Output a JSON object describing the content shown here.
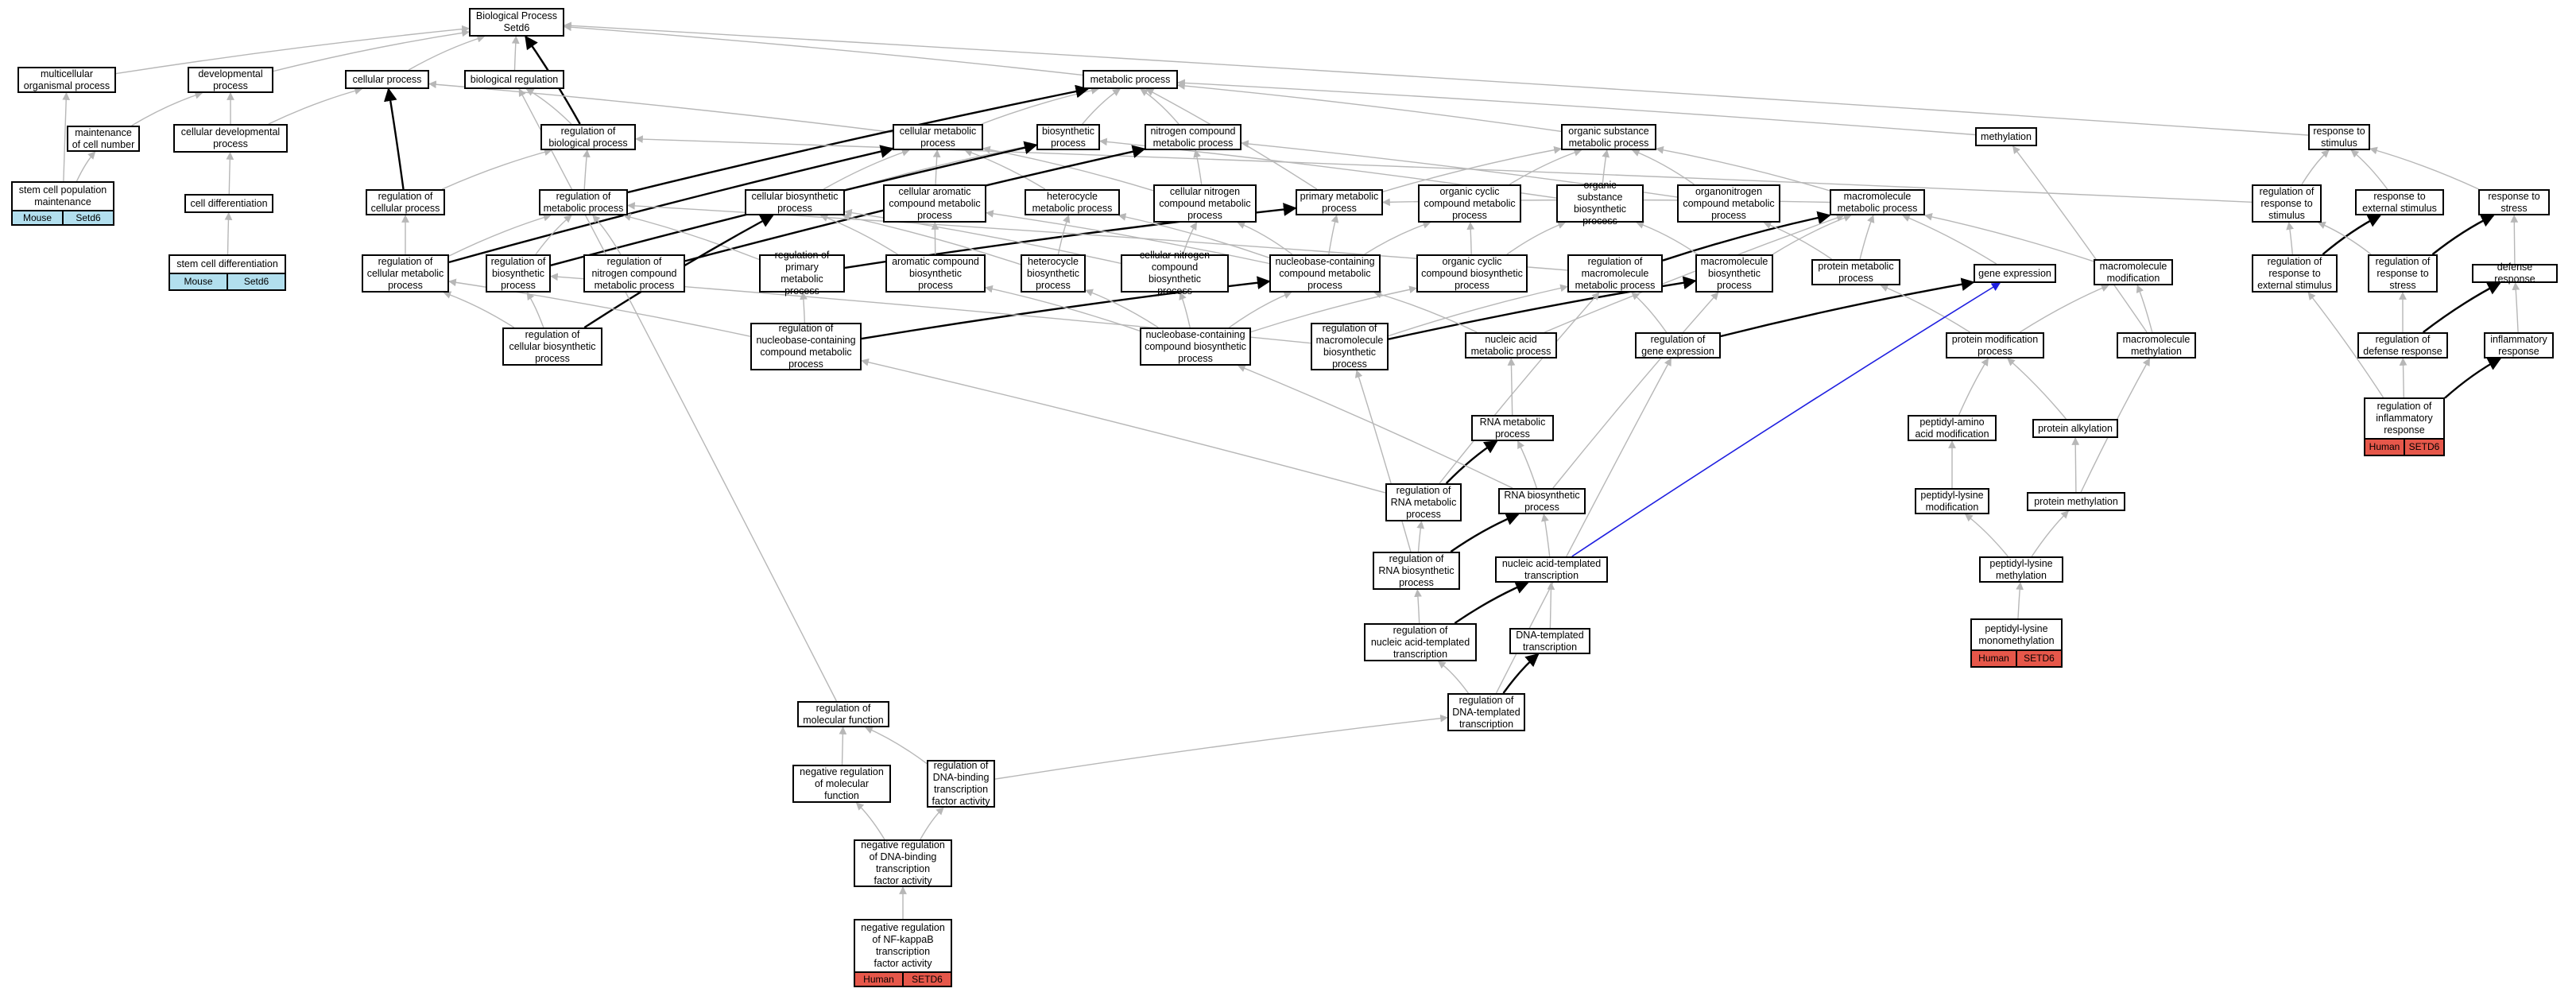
{
  "colors": {
    "edge_default": "#b7b7b7",
    "edge_bold": "#000000",
    "edge_blue": "#1f1fe0",
    "tag_mouse": "#b2dfee",
    "tag_human": "#e6574a"
  },
  "nodes": [
    {
      "id": "bp",
      "label": "Biological Process\nSetd6"
    },
    {
      "id": "multi",
      "label": "multicellular\norganismal process"
    },
    {
      "id": "dev",
      "label": "developmental\nprocess"
    },
    {
      "id": "cellp",
      "label": "cellular process"
    },
    {
      "id": "breg",
      "label": "biological regulation"
    },
    {
      "id": "metab",
      "label": "metabolic process"
    },
    {
      "id": "maint",
      "label": "maintenance\nof cell number"
    },
    {
      "id": "celldev",
      "label": "cellular developmental\nprocess"
    },
    {
      "id": "regbio",
      "label": "regulation of\nbiological process"
    },
    {
      "id": "cellmet",
      "label": "cellular metabolic\nprocess"
    },
    {
      "id": "biosyn",
      "label": "biosynthetic\nprocess"
    },
    {
      "id": "nitro",
      "label": "nitrogen compound\nmetabolic process"
    },
    {
      "id": "orgsub",
      "label": "organic substance\nmetabolic process"
    },
    {
      "id": "methyl",
      "label": "methylation"
    },
    {
      "id": "resp",
      "label": "response to\nstimulus"
    },
    {
      "id": "stemcpm",
      "label": "stem cell population\nmaintenance",
      "tags": [
        {
          "species": "Mouse",
          "gene": "Setd6"
        }
      ]
    },
    {
      "id": "celldiff",
      "label": "cell differentiation"
    },
    {
      "id": "regcell",
      "label": "regulation of\ncellular process"
    },
    {
      "id": "regmet",
      "label": "regulation of\nmetabolic process"
    },
    {
      "id": "cellbio",
      "label": "cellular biosynthetic\nprocess"
    },
    {
      "id": "cellarom",
      "label": "cellular aromatic\ncompound metabolic\nprocess"
    },
    {
      "id": "hetmet",
      "label": "heterocycle\nmetabolic process"
    },
    {
      "id": "cellnitro",
      "label": "cellular nitrogen\ncompound metabolic\nprocess"
    },
    {
      "id": "primet",
      "label": "primary metabolic\nprocess"
    },
    {
      "id": "orgcyc",
      "label": "organic cyclic\ncompound metabolic\nprocess"
    },
    {
      "id": "orgsubbio",
      "label": "organic substance\nbiosynthetic\nprocess"
    },
    {
      "id": "organonitro",
      "label": "organonitrogen\ncompound metabolic\nprocess"
    },
    {
      "id": "macromet",
      "label": "macromolecule\nmetabolic process"
    },
    {
      "id": "regresp",
      "label": "regulation of\nresponse to\nstimulus"
    },
    {
      "id": "respext",
      "label": "response to\nexternal stimulus"
    },
    {
      "id": "respstress",
      "label": "response to\nstress"
    },
    {
      "id": "stemdiff",
      "label": "stem cell differentiation",
      "tags": [
        {
          "species": "Mouse",
          "gene": "Setd6"
        }
      ]
    },
    {
      "id": "regcellmet",
      "label": "regulation of\ncellular metabolic\nprocess"
    },
    {
      "id": "regbiosyn",
      "label": "regulation of\nbiosynthetic\nprocess"
    },
    {
      "id": "regnitro",
      "label": "regulation of\nnitrogen compound\nmetabolic process"
    },
    {
      "id": "regprimet",
      "label": "regulation of\nprimary metabolic\nprocess"
    },
    {
      "id": "aromb",
      "label": "aromatic compound\nbiosynthetic\nprocess"
    },
    {
      "id": "hetbio",
      "label": "heterocycle\nbiosynthetic\nprocess"
    },
    {
      "id": "cellnitrob",
      "label": "cellular nitrogen\ncompound biosynthetic\nprocess"
    },
    {
      "id": "nbcmet",
      "label": "nucleobase-containing\ncompound metabolic\nprocess"
    },
    {
      "id": "orgcycb",
      "label": "organic cyclic\ncompound biosynthetic\nprocess"
    },
    {
      "id": "regmacmet",
      "label": "regulation of\nmacromolecule\nmetabolic process"
    },
    {
      "id": "macrobio",
      "label": "macromolecule\nbiosynthetic\nprocess"
    },
    {
      "id": "protmet",
      "label": "protein metabolic\nprocess"
    },
    {
      "id": "geneexp",
      "label": "gene expression"
    },
    {
      "id": "macromod",
      "label": "macromolecule\nmodification"
    },
    {
      "id": "regrespext",
      "label": "regulation of\nresponse to\nexternal stimulus"
    },
    {
      "id": "regrespstress",
      "label": "regulation of\nresponse to\nstress"
    },
    {
      "id": "defresp",
      "label": "defense response"
    },
    {
      "id": "regcellbio",
      "label": "regulation of\ncellular biosynthetic\nprocess"
    },
    {
      "id": "regnbc",
      "label": "regulation of\nnucleobase-containing\ncompound metabolic\nprocess"
    },
    {
      "id": "nbcbio",
      "label": "nucleobase-containing\ncompound biosynthetic\nprocess"
    },
    {
      "id": "regmacbio",
      "label": "regulation of\nmacromolecule\nbiosynthetic\nprocess"
    },
    {
      "id": "nucmet",
      "label": "nucleic acid\nmetabolic process"
    },
    {
      "id": "reggene",
      "label": "regulation of\ngene expression"
    },
    {
      "id": "protmod",
      "label": "protein modification\nprocess"
    },
    {
      "id": "macromethyl",
      "label": "macromolecule\nmethylation"
    },
    {
      "id": "regdef",
      "label": "regulation of\ndefense response"
    },
    {
      "id": "inflam",
      "label": "inflammatory\nresponse"
    },
    {
      "id": "rnamet",
      "label": "RNA metabolic\nprocess"
    },
    {
      "id": "peptaa",
      "label": "peptidyl-amino\nacid modification"
    },
    {
      "id": "protalk",
      "label": "protein alkylation"
    },
    {
      "id": "reginflam",
      "label": "regulation of\ninflammatory\nresponse",
      "tags": [
        {
          "species": "Human",
          "gene": "SETD6"
        }
      ]
    },
    {
      "id": "regrnamet",
      "label": "regulation of\nRNA metabolic\nprocess"
    },
    {
      "id": "rnabio",
      "label": "RNA biosynthetic\nprocess"
    },
    {
      "id": "peptlys",
      "label": "peptidyl-lysine\nmodification"
    },
    {
      "id": "protmethyl",
      "label": "protein methylation"
    },
    {
      "id": "regrnabio",
      "label": "regulation of\nRNA biosynthetic\nprocess"
    },
    {
      "id": "nattrans",
      "label": "nucleic acid-templated\ntranscription"
    },
    {
      "id": "peptlysmeth",
      "label": "peptidyl-lysine\nmethylation"
    },
    {
      "id": "regnattrans",
      "label": "regulation of\nnucleic acid-templated\ntranscription"
    },
    {
      "id": "dnatrans",
      "label": "DNA-templated\ntranscription"
    },
    {
      "id": "peptlysmono",
      "label": "peptidyl-lysine\nmonomethylation",
      "tags": [
        {
          "species": "Human",
          "gene": "SETD6"
        }
      ]
    },
    {
      "id": "regmolfun",
      "label": "regulation of\nmolecular function"
    },
    {
      "id": "regdnatrans",
      "label": "regulation of\nDNA-templated\ntranscription"
    },
    {
      "id": "negregmol",
      "label": "negative regulation\nof molecular\nfunction"
    },
    {
      "id": "regdnabind",
      "label": "regulation of\nDNA-binding\ntranscription\nfactor activity"
    },
    {
      "id": "negregdna",
      "label": "negative regulation\nof DNA-binding\ntranscription\nfactor activity"
    },
    {
      "id": "negnfkb",
      "label": "negative regulation\nof NF-kappaB\ntranscription\nfactor activity",
      "tags": [
        {
          "species": "Human",
          "gene": "SETD6"
        }
      ]
    }
  ],
  "edges": [
    [
      "multi",
      "bp"
    ],
    [
      "dev",
      "bp"
    ],
    [
      "cellp",
      "bp"
    ],
    [
      "breg",
      "bp"
    ],
    [
      "metab",
      "bp"
    ],
    [
      "resp",
      "bp"
    ],
    [
      "regbio",
      "bp",
      "bold"
    ],
    [
      "stemcpm",
      "multi"
    ],
    [
      "stemcpm",
      "maint"
    ],
    [
      "maint",
      "dev"
    ],
    [
      "celldev",
      "dev"
    ],
    [
      "celldev",
      "cellp"
    ],
    [
      "celldiff",
      "celldev"
    ],
    [
      "stemdiff",
      "celldiff"
    ],
    [
      "regbio",
      "breg"
    ],
    [
      "regcell",
      "cellp",
      "bold"
    ],
    [
      "regcell",
      "regbio"
    ],
    [
      "cellmet",
      "cellp"
    ],
    [
      "cellmet",
      "metab"
    ],
    [
      "biosyn",
      "metab"
    ],
    [
      "nitro",
      "metab"
    ],
    [
      "orgsub",
      "metab"
    ],
    [
      "methyl",
      "metab"
    ],
    [
      "regmet",
      "metab",
      "bold"
    ],
    [
      "regmet",
      "regbio"
    ],
    [
      "cellbio",
      "cellmet"
    ],
    [
      "cellbio",
      "biosyn"
    ],
    [
      "cellarom",
      "cellmet"
    ],
    [
      "hetmet",
      "cellmet"
    ],
    [
      "cellnitro",
      "cellmet"
    ],
    [
      "cellnitro",
      "nitro"
    ],
    [
      "primet",
      "metab"
    ],
    [
      "primet",
      "orgsub"
    ],
    [
      "orgcyc",
      "orgsub"
    ],
    [
      "orgsubbio",
      "orgsub"
    ],
    [
      "orgsubbio",
      "biosyn"
    ],
    [
      "organonitro",
      "nitro"
    ],
    [
      "organonitro",
      "orgsub"
    ],
    [
      "macromet",
      "primet"
    ],
    [
      "macromet",
      "orgsub"
    ],
    [
      "regresp",
      "resp"
    ],
    [
      "regresp",
      "regbio"
    ],
    [
      "respext",
      "resp"
    ],
    [
      "respstress",
      "resp"
    ],
    [
      "regcellmet",
      "regcell"
    ],
    [
      "regcellmet",
      "regmet"
    ],
    [
      "regcellmet",
      "cellmet",
      "bold"
    ],
    [
      "regbiosyn",
      "regmet"
    ],
    [
      "regbiosyn",
      "biosyn",
      "bold"
    ],
    [
      "regnitro",
      "regmet"
    ],
    [
      "regnitro",
      "nitro",
      "bold"
    ],
    [
      "regprimet",
      "regmet"
    ],
    [
      "regprimet",
      "primet",
      "bold"
    ],
    [
      "aromb",
      "cellarom"
    ],
    [
      "aromb",
      "cellbio"
    ],
    [
      "hetbio",
      "hetmet"
    ],
    [
      "hetbio",
      "cellbio"
    ],
    [
      "cellnitrob",
      "cellnitro"
    ],
    [
      "cellnitrob",
      "cellbio"
    ],
    [
      "nbcmet",
      "cellarom"
    ],
    [
      "nbcmet",
      "hetmet"
    ],
    [
      "nbcmet",
      "cellnitro"
    ],
    [
      "nbcmet",
      "primet"
    ],
    [
      "nbcmet",
      "orgcyc"
    ],
    [
      "orgcycb",
      "orgcyc"
    ],
    [
      "orgcycb",
      "orgsubbio"
    ],
    [
      "regmacmet",
      "regmet"
    ],
    [
      "regmacmet",
      "macromet",
      "bold"
    ],
    [
      "macrobio",
      "macromet"
    ],
    [
      "macrobio",
      "orgsubbio"
    ],
    [
      "protmet",
      "macromet"
    ],
    [
      "protmet",
      "organonitro"
    ],
    [
      "geneexp",
      "macromet"
    ],
    [
      "macromod",
      "macromet"
    ],
    [
      "macromethyl",
      "macromod"
    ],
    [
      "macromethyl",
      "methyl"
    ],
    [
      "regrespext",
      "regresp"
    ],
    [
      "regrespext",
      "respext",
      "bold"
    ],
    [
      "regrespstress",
      "regresp"
    ],
    [
      "regrespstress",
      "respstress",
      "bold"
    ],
    [
      "defresp",
      "respstress"
    ],
    [
      "regcellbio",
      "regcellmet"
    ],
    [
      "regcellbio",
      "regbiosyn"
    ],
    [
      "regcellbio",
      "cellbio",
      "bold"
    ],
    [
      "regnbc",
      "regprimet"
    ],
    [
      "regnbc",
      "regcellmet"
    ],
    [
      "regnbc",
      "nbcmet",
      "bold"
    ],
    [
      "nbcbio",
      "nbcmet"
    ],
    [
      "nbcbio",
      "cellnitrob"
    ],
    [
      "nbcbio",
      "orgcycb"
    ],
    [
      "nbcbio",
      "aromb"
    ],
    [
      "nbcbio",
      "hetbio"
    ],
    [
      "regmacbio",
      "regmacmet"
    ],
    [
      "regmacbio",
      "regbiosyn"
    ],
    [
      "regmacbio",
      "macrobio",
      "bold"
    ],
    [
      "nucmet",
      "nbcmet"
    ],
    [
      "nucmet",
      "macromet"
    ],
    [
      "reggene",
      "regmacmet"
    ],
    [
      "reggene",
      "geneexp",
      "bold"
    ],
    [
      "protmod",
      "protmet"
    ],
    [
      "protmod",
      "macromod"
    ],
    [
      "regdef",
      "regrespstress"
    ],
    [
      "regdef",
      "defresp",
      "bold"
    ],
    [
      "inflam",
      "defresp"
    ],
    [
      "rnamet",
      "nucmet"
    ],
    [
      "peptaa",
      "protmod"
    ],
    [
      "protalk",
      "protmod"
    ],
    [
      "reginflam",
      "regdef"
    ],
    [
      "reginflam",
      "inflam",
      "bold"
    ],
    [
      "reginflam",
      "regrespext"
    ],
    [
      "regrnamet",
      "regnbc"
    ],
    [
      "regrnamet",
      "regmacmet"
    ],
    [
      "regrnamet",
      "rnamet",
      "bold"
    ],
    [
      "rnabio",
      "rnamet"
    ],
    [
      "rnabio",
      "nbcbio"
    ],
    [
      "rnabio",
      "macrobio"
    ],
    [
      "peptlys",
      "peptaa"
    ],
    [
      "protmethyl",
      "protalk"
    ],
    [
      "protmethyl",
      "macromethyl"
    ],
    [
      "regrnabio",
      "regrnamet"
    ],
    [
      "regrnabio",
      "regmacbio"
    ],
    [
      "regrnabio",
      "rnabio",
      "bold"
    ],
    [
      "nattrans",
      "rnabio"
    ],
    [
      "nattrans",
      "geneexp",
      "blue"
    ],
    [
      "peptlysmeth",
      "peptlys"
    ],
    [
      "peptlysmeth",
      "protmethyl"
    ],
    [
      "regnattrans",
      "regrnabio"
    ],
    [
      "regnattrans",
      "nattrans",
      "bold"
    ],
    [
      "dnatrans",
      "nattrans"
    ],
    [
      "peptlysmono",
      "peptlysmeth"
    ],
    [
      "regmolfun",
      "breg"
    ],
    [
      "regdnatrans",
      "regnattrans"
    ],
    [
      "regdnatrans",
      "dnatrans",
      "bold"
    ],
    [
      "regdnatrans",
      "reggene"
    ],
    [
      "negregmol",
      "regmolfun"
    ],
    [
      "regdnabind",
      "regmolfun"
    ],
    [
      "regdnabind",
      "regdnatrans"
    ],
    [
      "negregdna",
      "negregmol"
    ],
    [
      "negregdna",
      "regdnabind"
    ],
    [
      "negnfkb",
      "negregdna"
    ]
  ]
}
